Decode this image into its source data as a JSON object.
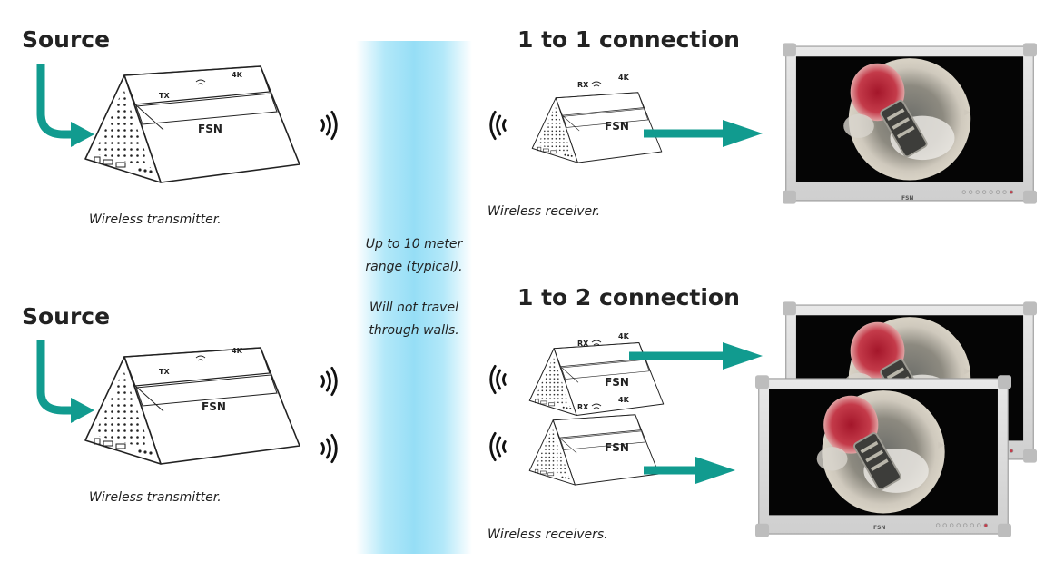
{
  "sections": [
    {
      "source_label": "Source",
      "transmitter_caption": "Wireless transmitter."
    },
    {
      "source_label": "Source",
      "transmitter_caption": "Wireless transmitter."
    }
  ],
  "connections": [
    {
      "title": "1 to 1 connection",
      "receiver_caption": "Wireless receiver."
    },
    {
      "title": "1 to 2 connection",
      "receiver_caption": "Wireless receivers."
    }
  ],
  "range": {
    "line1": "Up to 10 meter",
    "line2": "range (typical).",
    "line3": "Will not travel",
    "line4": "through walls."
  },
  "device": {
    "tx_label": "TX",
    "rx_label": "RX",
    "resolution_label": "4K",
    "brand": "FSN"
  },
  "monitor": {
    "brand": "FSN"
  },
  "colors": {
    "arrow": "#119b8f",
    "range_band": "#96def6",
    "device_outline": "#222222",
    "monitor_bezel": "#d8d8d8"
  }
}
